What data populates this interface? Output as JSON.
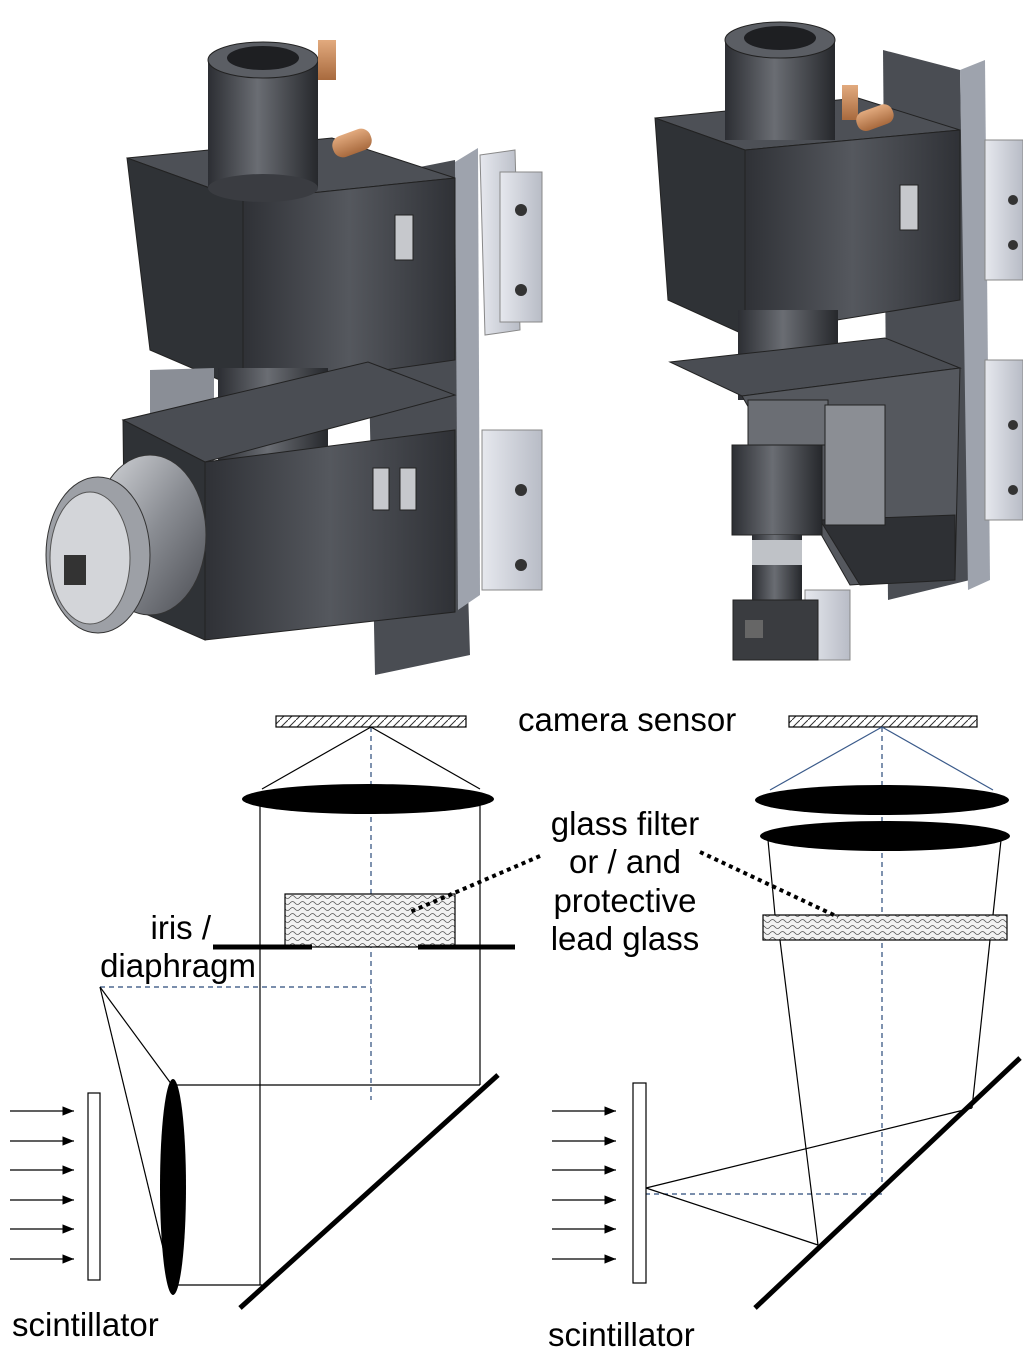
{
  "labels": {
    "camera_sensor": "camera sensor",
    "filter_line1": "glass filter",
    "filter_line2": "or / and",
    "filter_line3": "protective",
    "filter_line4": "lead glass",
    "iris_line1": "iris /",
    "iris_line2": "diaphragm",
    "scintillator_left": "scintillator",
    "scintillator_right": "scintillator"
  },
  "colors": {
    "metal_dark": "#3b3d42",
    "metal_mid": "#5a5d63",
    "metal_light": "#c9cdd6",
    "copper": "#c98a5a",
    "optical_axis": "#2a4a7a",
    "ray_right": "#3a5a8a"
  }
}
